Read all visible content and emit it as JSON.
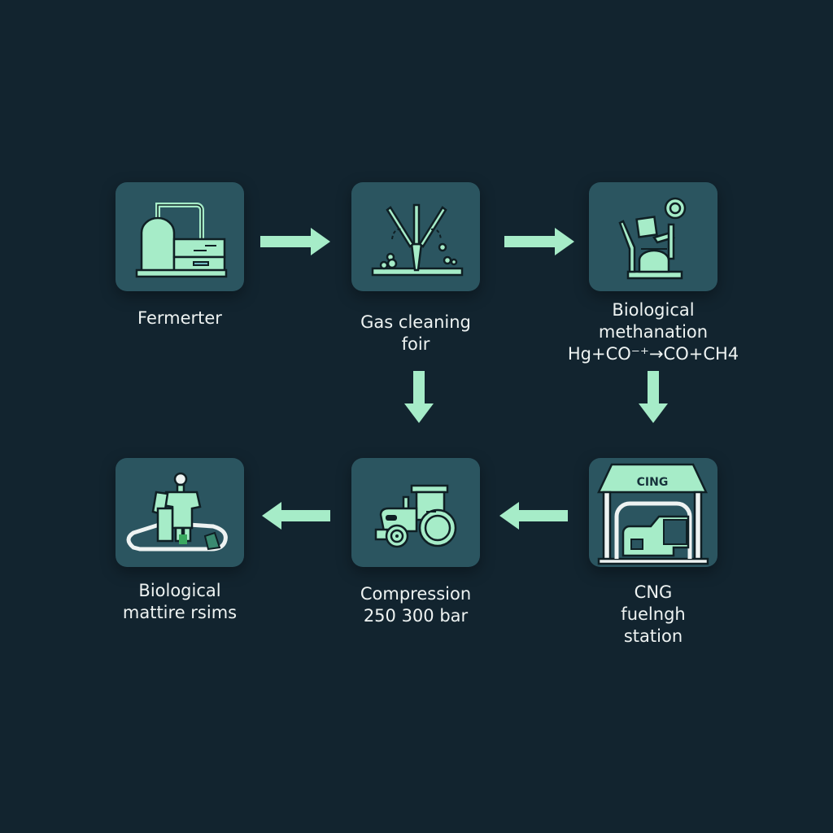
{
  "diagram": {
    "colors": {
      "background": "#12242f",
      "tile": "#2b5560",
      "accent": "#a6ecc8",
      "text": "#eef3f2"
    },
    "steps": [
      {
        "id": "fermenter",
        "icon": "fermenter-icon",
        "label_lines": [
          "Fermerter"
        ]
      },
      {
        "id": "gas-cleaning",
        "icon": "gas-cleaning-icon",
        "label_lines": [
          "Gas cleaning",
          "foir"
        ]
      },
      {
        "id": "biological-methanation",
        "icon": "methanation-reactor-icon",
        "label_lines": [
          "Biological",
          "methanation",
          "Hg+CO⁻⁺→CO+CH4"
        ]
      },
      {
        "id": "cng-station",
        "icon": "cng-station-icon",
        "icon_sign": "CING",
        "label_lines": [
          "CNG",
          "fuelngh",
          "station"
        ]
      },
      {
        "id": "compression",
        "icon": "tractor-icon",
        "label_lines": [
          "Compression",
          "250 300 bar"
        ]
      },
      {
        "id": "biological-matter",
        "icon": "biological-matter-icon",
        "label_lines": [
          "Biological",
          "mattire rsims"
        ]
      }
    ],
    "connections": [
      {
        "from": "fermenter",
        "to": "gas-cleaning",
        "direction": "right"
      },
      {
        "from": "gas-cleaning",
        "to": "biological-methanation",
        "direction": "right"
      },
      {
        "from": "gas-cleaning",
        "to": "compression",
        "direction": "down"
      },
      {
        "from": "biological-methanation",
        "to": "cng-station",
        "direction": "down"
      },
      {
        "from": "cng-station",
        "to": "compression",
        "direction": "left"
      },
      {
        "from": "compression",
        "to": "biological-matter",
        "direction": "left"
      }
    ]
  }
}
